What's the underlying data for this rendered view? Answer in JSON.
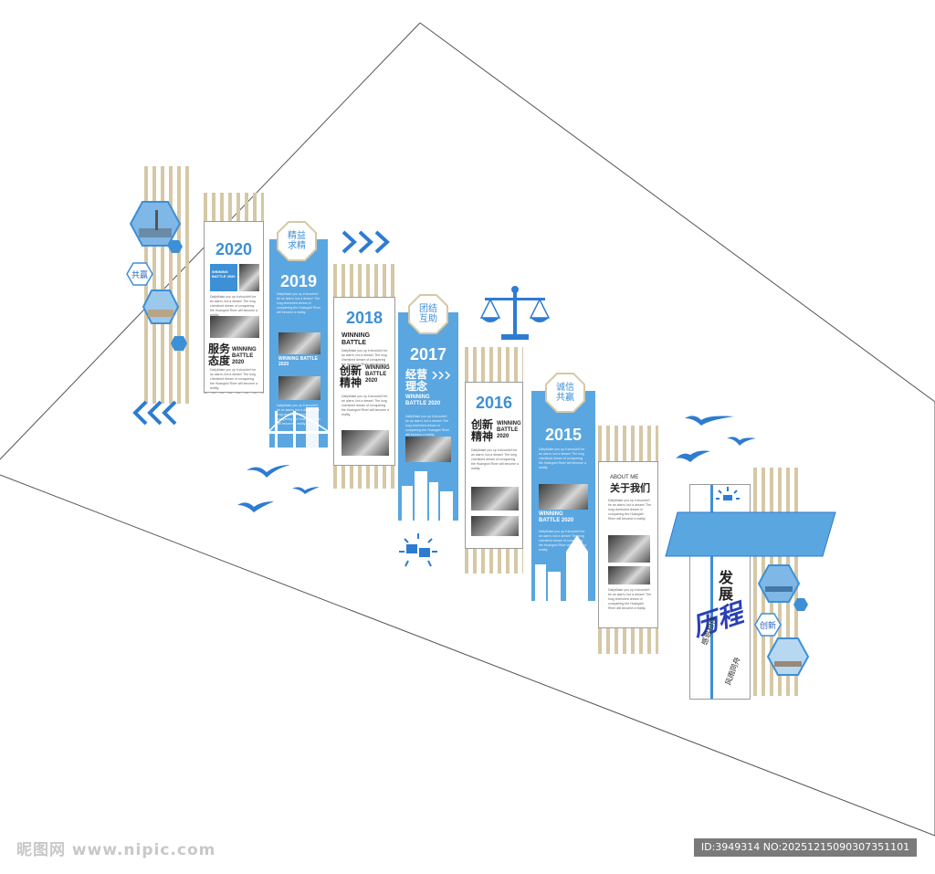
{
  "panels": {
    "p2020": {
      "year": "2020",
      "winning": "WINNING BATTLE 2020",
      "heading": "服务\n态度",
      "winning2": "WINNING BATTLE 2020",
      "body": "DailyMake you up it shouldn't be an alarm, but a dream! The long cherished dream of conquering the Huangshi River will become a reality."
    },
    "p2019": {
      "tag": "精益\n求精",
      "year": "2019",
      "body": "DailyMake you up it shouldn't be an alarm, but a dream! The long cherished dream of conquering the Huangshi River will become a reality.",
      "winning": "WINNING BATTLE 2020"
    },
    "p2018": {
      "year": "2018",
      "winning": "WINNING BATTLE",
      "heading": "创新\n精神",
      "winning2": "WINNING BATTLE 2020",
      "body": "DailyMake you up it shouldn't be an alarm, but a dream! The long cherished dream of conquering the Huangshi River will become a reality."
    },
    "p2017": {
      "tag": "团结\n互助",
      "year": "2017",
      "heading": "经营\n理念",
      "winning": "WINNING BATTLE 2020",
      "body": "DailyMake you up it shouldn't be an alarm, but a dream! The long cherished dream of conquering the Huangshi River will become a reality."
    },
    "p2016": {
      "year": "2016",
      "heading": "创新\n精神",
      "winning": "WINNING BATTLE 2020",
      "body": "DailyMake you up it shouldn't be an alarm, but a dream! The long cherished dream of conquering the Huangshi River will become a reality."
    },
    "p2015": {
      "tag": "诚信\n共赢",
      "year": "2015",
      "body": "DailyMake you up it shouldn't be an alarm, but a dream! The long cherished dream of conquering the Huangshi River will become a reality.",
      "winning": "WINNING BATTLE 2020"
    },
    "about": {
      "label_en": "ABOUT ME",
      "label_cn": "关于我们",
      "body": "DailyMake you up it shouldn't be an alarm, but a dream! The long cherished dream of conquering the Huangshi River will become a reality."
    }
  },
  "hex_labels": {
    "left": "共赢",
    "right": "创新"
  },
  "title": {
    "main": "发展",
    "script": "历程",
    "sub1": "感恩相伴",
    "sub2": "风雨同舟"
  },
  "watermark": {
    "left": "昵图网 www.nipic.com",
    "right": "ID:3949314 NO:20251215090307351101"
  },
  "colors": {
    "accent": "#3d8fd6",
    "panel_blue": "#5aa6e0",
    "stripe": "#d6c8a6"
  }
}
